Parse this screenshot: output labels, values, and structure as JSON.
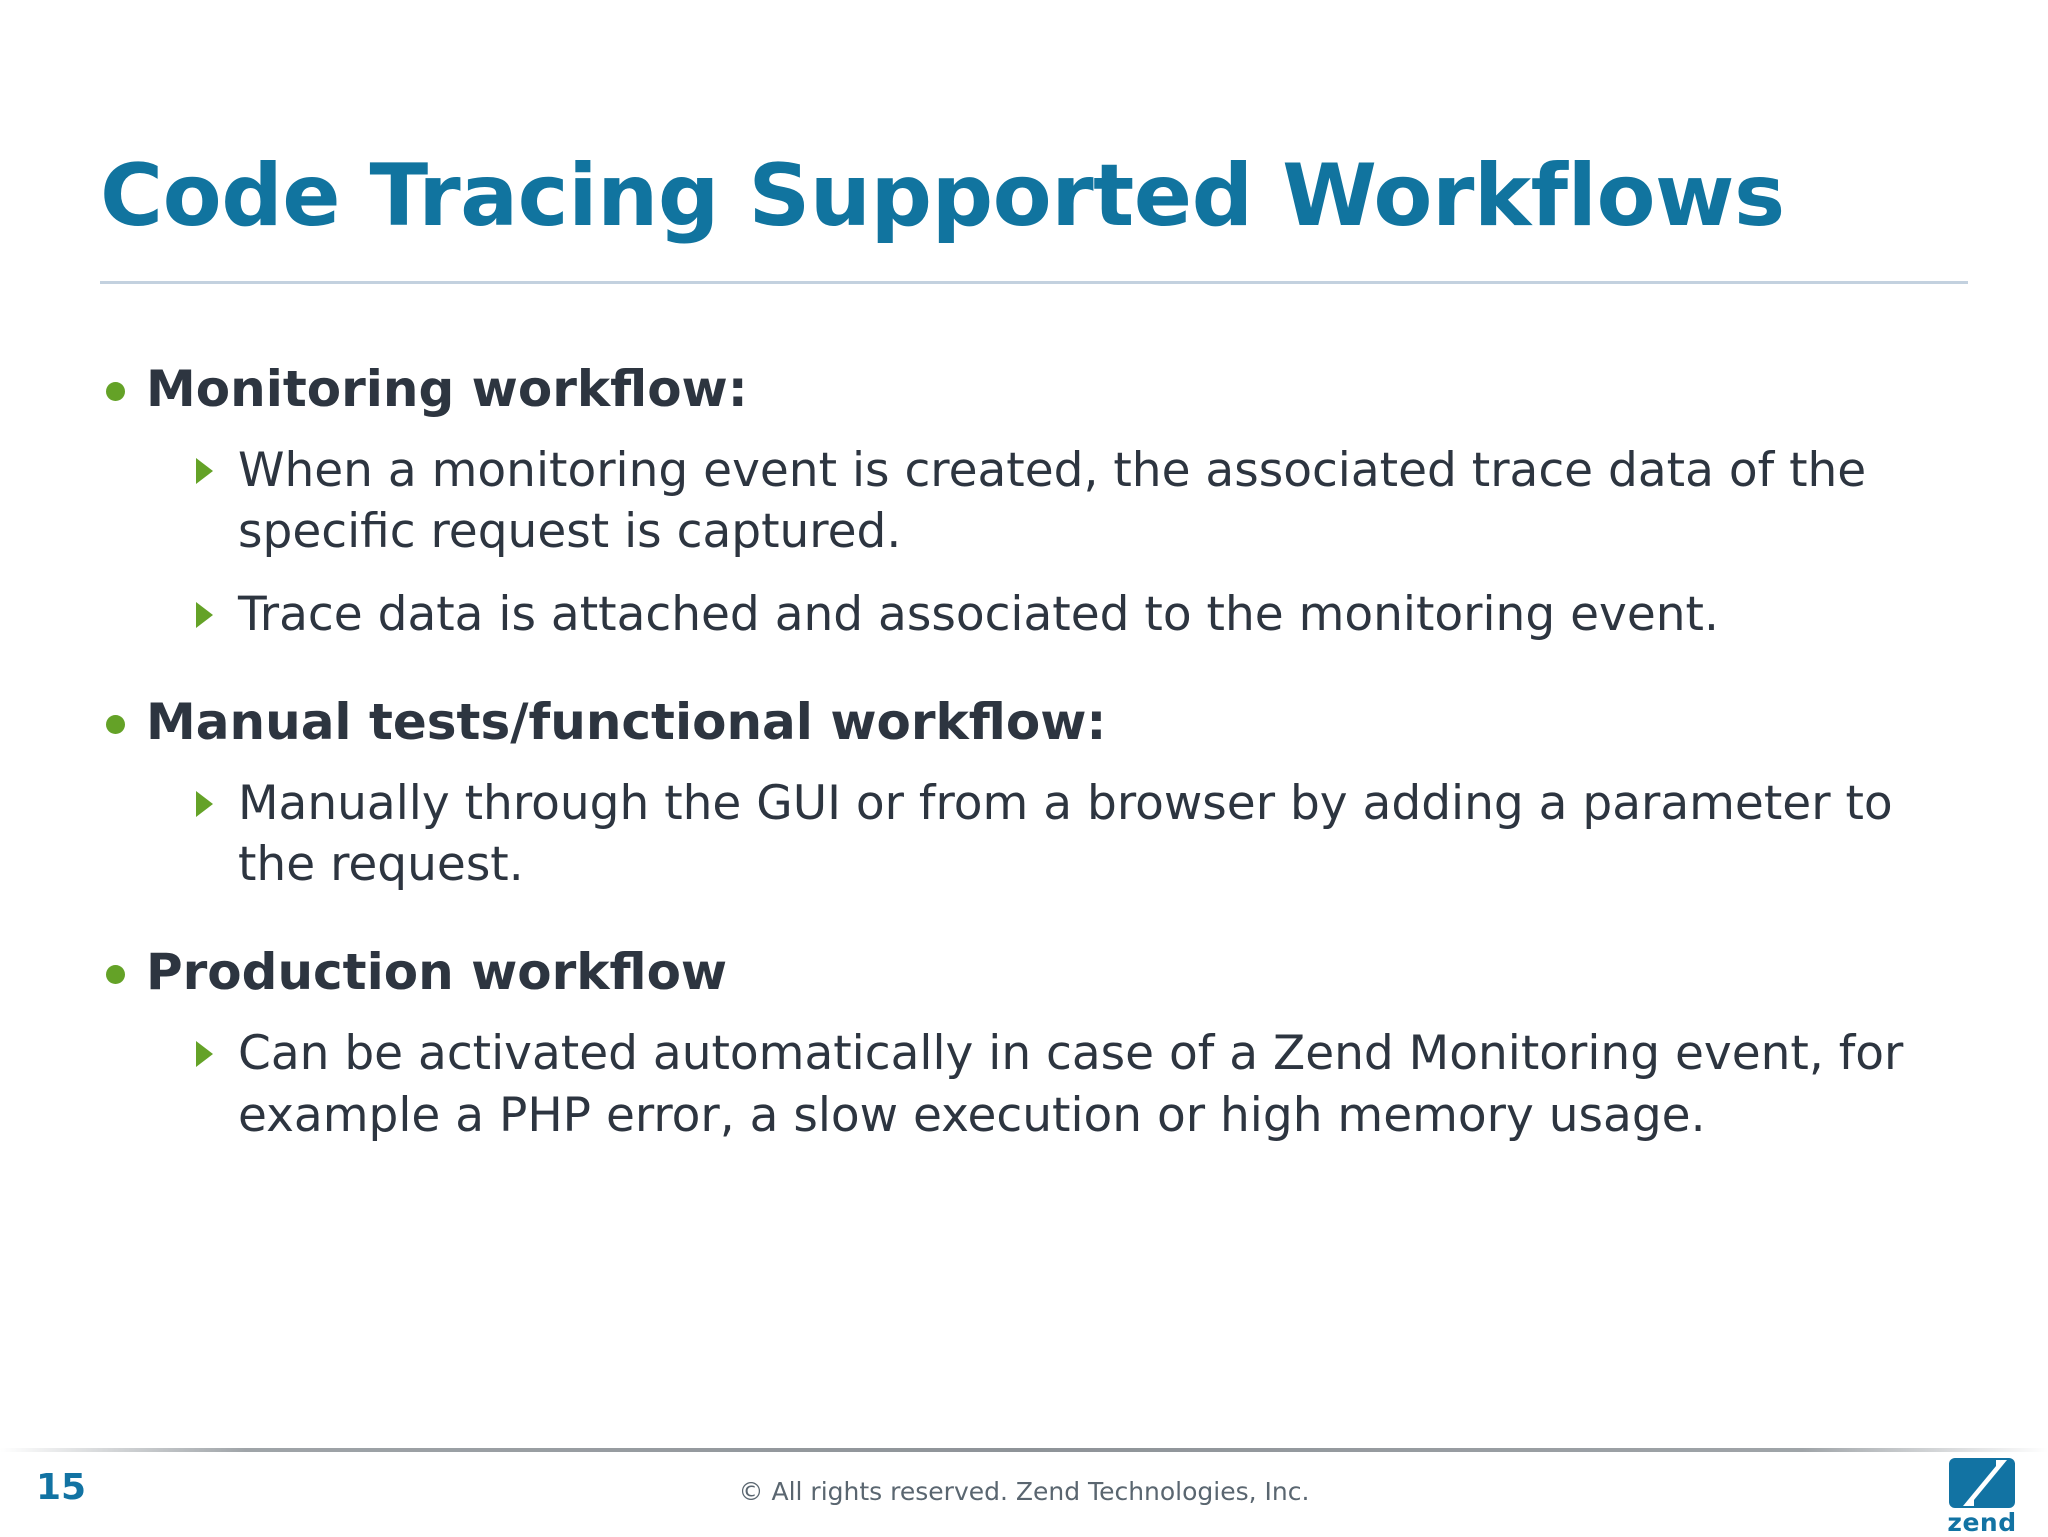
{
  "slide": {
    "title": "Code Tracing Supported Workflows",
    "page_number": "15",
    "copyright": "© All rights reserved. Zend Technologies, Inc.",
    "logo_word": "zend"
  },
  "colors": {
    "title_blue": "#11749F",
    "rule_blue_gray": "#C3D1DF",
    "bullet_green": "#64A227",
    "body_dark": "#2D3540",
    "footer_gray": "#5A6670",
    "brand_blue": "#1273A3"
  },
  "content": [
    {
      "level1": "Monitoring workflow:",
      "level2": [
        "When a monitoring event is created, the associated trace data of the specific request is captured.",
        "Trace data is attached and associated to the monitoring event."
      ]
    },
    {
      "level1": "Manual tests/functional workflow:",
      "level2": [
        "Manually through the GUI or from a browser by adding a parameter to the request."
      ]
    },
    {
      "level1": "Production workflow",
      "level2": [
        "Can be activated automatically in case of a Zend Monitoring event, for example a PHP error, a slow execution or high memory usage."
      ]
    }
  ]
}
